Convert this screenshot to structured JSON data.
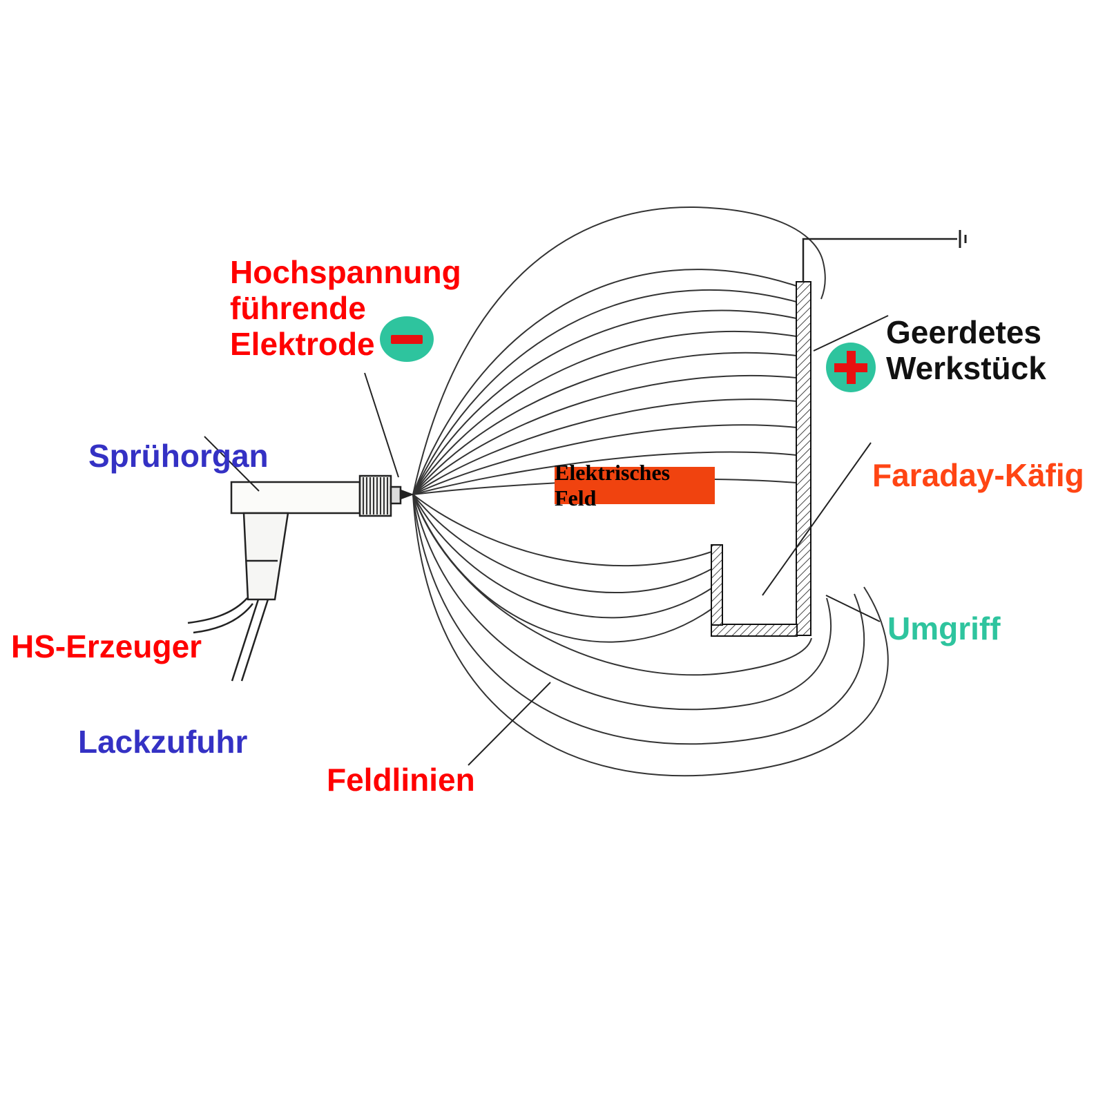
{
  "labels": {
    "electrode": {
      "lines": [
        "Hochspannung",
        "führende",
        "Elektrode"
      ]
    },
    "workpiece": {
      "lines": [
        "Geerdetes",
        "Werkstück"
      ]
    },
    "spray_organ": "Sprühorgan",
    "hv_generator": "HS-Erzeuger",
    "paint_supply": "Lackzufuhr",
    "field_lines": "Feldlinien",
    "electric_field": "Elektrisches Feld",
    "faraday_cage": "Faraday-Käfig",
    "wraparound": "Umgriff"
  },
  "markers": {
    "negative": {
      "icon": "minus-in-circle",
      "circle_color": "#2ec49e",
      "symbol_color": "#e81010"
    },
    "positive": {
      "icon": "plus-in-circle",
      "circle_color": "#2ec49e",
      "symbol_color": "#e81010"
    }
  },
  "colors": {
    "label_red": "#ff0000",
    "label_blue": "#3431c4",
    "label_black": "#111111",
    "label_orange": "#ff4514",
    "label_teal": "#2ec49e",
    "field_box_background": "#f0430f",
    "diagram_line": "#2a2a2a"
  }
}
